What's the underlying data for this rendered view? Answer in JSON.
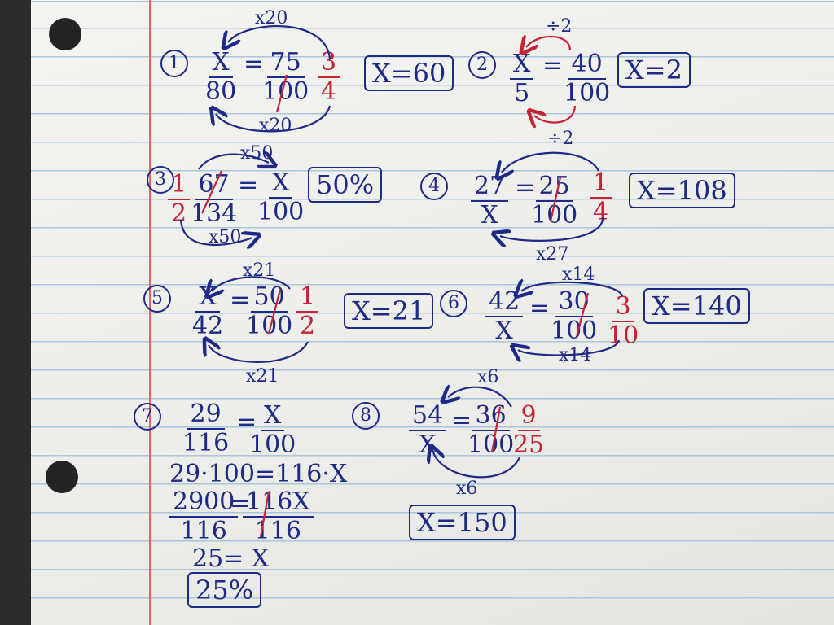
{
  "problems": [
    {
      "num": "1",
      "left_num": "X",
      "left_den": "80",
      "eq": "=",
      "right_num": "75",
      "right_den": "100",
      "reduced_num": "3",
      "reduced_den": "4",
      "arrow_top": "x20",
      "arrow_bottom": "x20",
      "answer": "X=60"
    },
    {
      "num": "2",
      "left_num": "X",
      "left_den": "5",
      "eq": "=",
      "right_num": "40",
      "right_den": "100",
      "arrow_top": "÷2",
      "arrow_bottom": "÷2",
      "answer": "X=2"
    },
    {
      "num": "3",
      "left_num": "67",
      "left_den": "134",
      "eq": "=",
      "right_num": "X",
      "right_den": "100",
      "reduced_num": "1",
      "reduced_den": "2",
      "arrow_top": "x50",
      "arrow_bottom": "x50",
      "answer": "50%"
    },
    {
      "num": "4",
      "left_num": "27",
      "left_den": "X",
      "eq": "=",
      "right_num": "25",
      "right_den": "100",
      "reduced_num": "1",
      "reduced_den": "4",
      "arrow_bottom": "x27",
      "answer": "X=108"
    },
    {
      "num": "5",
      "left_num": "X",
      "left_den": "42",
      "eq": "=",
      "right_num": "50",
      "right_den": "100",
      "reduced_num": "1",
      "reduced_den": "2",
      "arrow_top": "x21",
      "arrow_bottom": "x21",
      "answer": "X=21"
    },
    {
      "num": "6",
      "left_num": "42",
      "left_den": "X",
      "eq": "=",
      "right_num": "30",
      "right_den": "100",
      "reduced_num": "3",
      "reduced_den": "10",
      "arrow_top": "x14",
      "arrow_bottom": "x14",
      "answer": "X=140"
    },
    {
      "num": "7",
      "left_num": "29",
      "left_den": "116",
      "eq": "=",
      "right_num": "X",
      "right_den": "100",
      "work": {
        "line1": "29·100=116·X",
        "line2_num": "2900",
        "line2_eq": "=",
        "line2_right_num": "116X",
        "line2_den": "116",
        "line2_right_den": "116",
        "line3": "25= X"
      },
      "answer": "25%"
    },
    {
      "num": "8",
      "left_num": "54",
      "left_den": "X",
      "eq": "=",
      "right_num": "36",
      "right_den": "100",
      "reduced_num": "9",
      "reduced_den": "25",
      "arrow_top": "x6",
      "arrow_bottom": "x6",
      "answer": "X=150"
    }
  ],
  "colors": {
    "ink_blue": "#1e2a86",
    "ink_red": "#c42436",
    "paper": "#f2f2ee",
    "rule_line": "#a9c6dd",
    "margin_line": "#d66a6a"
  }
}
